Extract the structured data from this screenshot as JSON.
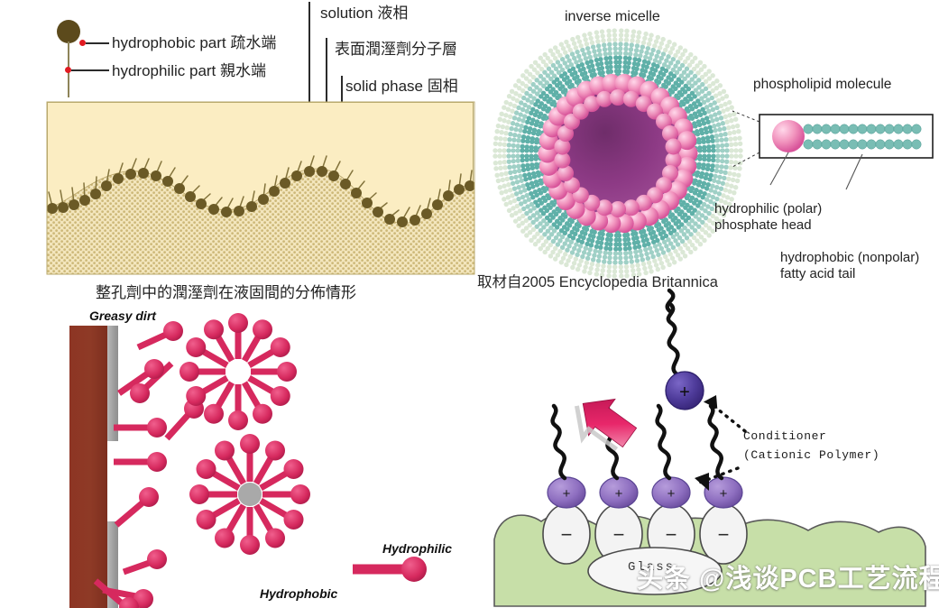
{
  "figure": {
    "watermark": "头条 @浅谈PCB工艺流程"
  },
  "panel_wetting": {
    "legend": [
      {
        "text": "hydrophobic part 疏水端"
      },
      {
        "text": "hydrophilic part 親水端"
      }
    ],
    "callouts": [
      {
        "text": "solution 液相"
      },
      {
        "text": "表面潤溼劑分子層"
      },
      {
        "text": "solid phase 固相"
      }
    ],
    "caption": "整孔劑中的潤溼劑在液固間的分佈情形",
    "colors": {
      "solution": "#FBEDC2",
      "solid_phase": "#E3D39B",
      "surfactant": "#6B5A26",
      "marker": "#E11B22"
    }
  },
  "panel_micelle": {
    "title": "inverse micelle",
    "labels": [
      {
        "text": "phospholipid molecule"
      },
      {
        "text": "hydrophilic (polar)"
      },
      {
        "text": "phosphate head"
      },
      {
        "text": "hydrophobic (nonpolar)"
      },
      {
        "text": "fatty acid tail"
      }
    ],
    "source": "取材自2005 Encyclopedia Britannica",
    "colors": {
      "core": "#8E3C84",
      "head": "#E87BAE",
      "tail": "#5FAFA8"
    }
  },
  "panel_dirt": {
    "title": "Greasy dirt",
    "legend_hydrophilic": "Hydrophilic",
    "legend_hydrophobic": "Hydrophobic",
    "colors": {
      "surfactant": "#D6295E",
      "wall": "#8D3524",
      "grease": "#A9A9A9"
    }
  },
  "panel_glass": {
    "substrate_label": "Glass",
    "conditioner_line1": "Conditioner",
    "conditioner_line2": "(Cationic Polymer)",
    "charge_positive": "+",
    "charge_negative": "−",
    "colors": {
      "glass": "#C7DFA8",
      "cation": "#4F3C9B",
      "site": "#8E6FC0",
      "arrow": "#E8276A"
    }
  }
}
